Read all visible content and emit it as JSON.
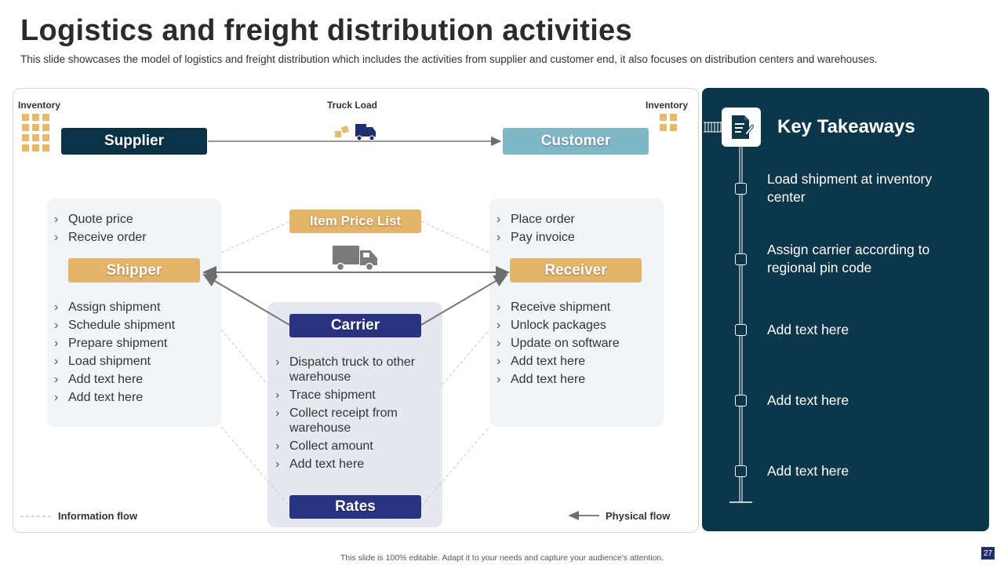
{
  "title": "Logistics and freight distribution activities",
  "subtitle": "This slide showcases the model of logistics and freight distribution which includes the activities from supplier and customer end, it also focuses on distribution centers and warehouses.",
  "diagram": {
    "inventory_left": "Inventory",
    "inventory_right": "Inventory",
    "truck_load": "Truck Load",
    "supplier": "Supplier",
    "customer": "Customer",
    "item_price_list": "Item Price List",
    "shipper": "Shipper",
    "receiver": "Receiver",
    "carrier": "Carrier",
    "rates": "Rates",
    "shipper_top": [
      "Quote price",
      "Receive order"
    ],
    "shipper_bottom": [
      "Assign shipment",
      "Schedule shipment",
      "Prepare shipment",
      "Load shipment",
      "Add text here",
      "Add text here"
    ],
    "receiver_top": [
      "Place order",
      "Pay invoice"
    ],
    "receiver_bottom": [
      "Receive shipment",
      "Unlock packages",
      "Update on software",
      "Add text here",
      "Add text here"
    ],
    "carrier_items": [
      "Dispatch truck to other warehouse",
      "Trace shipment",
      "Collect receipt from warehouse",
      "Collect amount",
      "Add text here"
    ],
    "legend_info": "Information flow",
    "legend_physical": "Physical flow"
  },
  "takeaways": {
    "title": "Key Takeaways",
    "items": [
      "Load shipment at inventory center",
      "Assign carrier according to regional pin code",
      "Add text here",
      "Add text here",
      "Add text here"
    ]
  },
  "footer": "This slide is 100% editable. Adapt it to your needs and capture your audience's attention.",
  "page_number": "27",
  "colors": {
    "dark_teal": "#0a3347",
    "light_teal": "#7fb7c6",
    "gold": "#e3b46a",
    "navy": "#2a3380",
    "panel": "#0c374a"
  }
}
